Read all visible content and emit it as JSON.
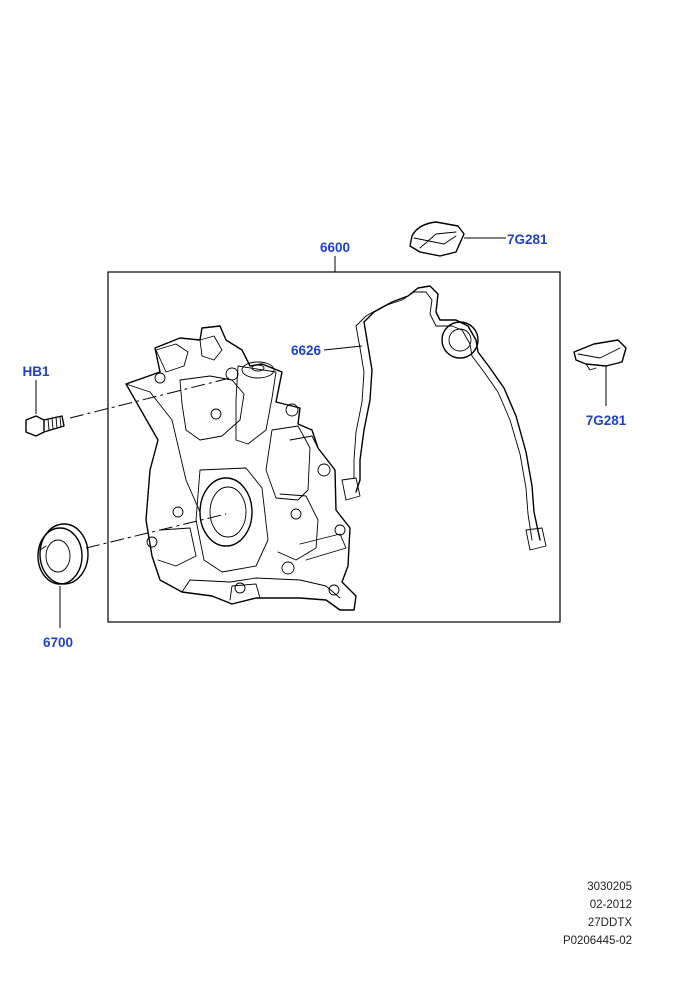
{
  "callouts": {
    "c6600": "6600",
    "c7g281_top": "7G281",
    "c7g281_right": "7G281",
    "c6626": "6626",
    "chb1": "HB1",
    "c6700": "6700"
  },
  "footer": {
    "line1": "3030205",
    "line2": "02-2012",
    "line3": "27DDTX",
    "line4": "P0206445-02"
  },
  "colors": {
    "callout": "#1f3fd1",
    "ink": "#000000",
    "background": "#ffffff"
  }
}
